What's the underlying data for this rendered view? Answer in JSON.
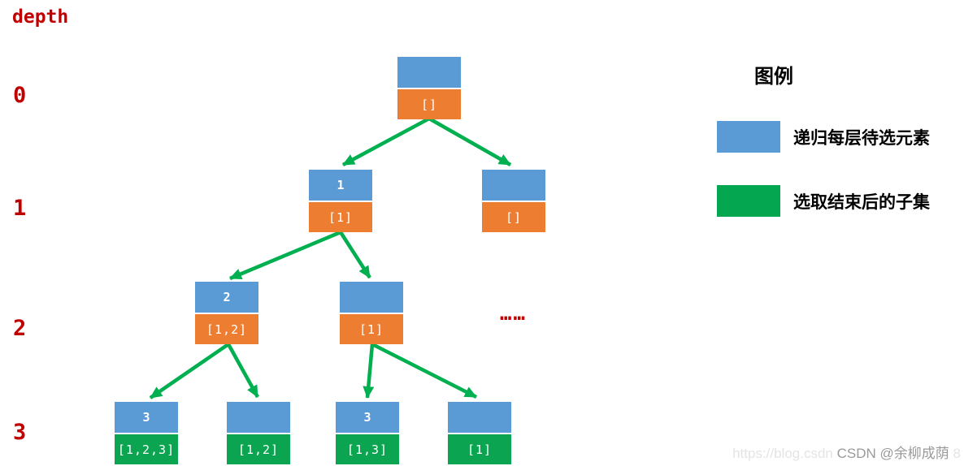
{
  "depth_axis": {
    "title": "depth",
    "levels": [
      "0",
      "1",
      "2",
      "3"
    ],
    "color": "#c00000"
  },
  "tree": {
    "nodes": [
      {
        "id": "root",
        "depth": 0,
        "top_label": "",
        "bottom_label": "[]",
        "bottom_type": "pending"
      },
      {
        "id": "d1-left",
        "depth": 1,
        "top_label": "1",
        "bottom_label": "[1]",
        "bottom_type": "pending"
      },
      {
        "id": "d1-right",
        "depth": 1,
        "top_label": "",
        "bottom_label": "[]",
        "bottom_type": "pending"
      },
      {
        "id": "d2-left",
        "depth": 2,
        "top_label": "2",
        "bottom_label": "[1,2]",
        "bottom_type": "pending"
      },
      {
        "id": "d2-right",
        "depth": 2,
        "top_label": "",
        "bottom_label": "[1]",
        "bottom_type": "pending"
      },
      {
        "id": "d3-a",
        "depth": 3,
        "top_label": "3",
        "bottom_label": "[1,2,3]",
        "bottom_type": "final"
      },
      {
        "id": "d3-b",
        "depth": 3,
        "top_label": "",
        "bottom_label": "[1,2]",
        "bottom_type": "final"
      },
      {
        "id": "d3-c",
        "depth": 3,
        "top_label": "3",
        "bottom_label": "[1,3]",
        "bottom_type": "final"
      },
      {
        "id": "d3-d",
        "depth": 3,
        "top_label": "",
        "bottom_label": "[1]",
        "bottom_type": "final"
      }
    ],
    "ellipsis": "……"
  },
  "legend": {
    "title": "图例",
    "items": [
      {
        "swatch_color": "#5b9bd5",
        "label": "递归每层待选元素"
      },
      {
        "swatch_color": "#04a64f",
        "label": "选取结束后的子集"
      }
    ]
  },
  "colors": {
    "candidate_blue": "#5b9bd5",
    "pending_orange": "#ed7d31",
    "subset_green": "#0ba551",
    "arrow_green": "#00b050",
    "depth_red": "#c00000"
  },
  "watermark": {
    "url_text": "https://blog.csdn",
    "handle_text": "CSDN @余柳成荫",
    "trailing_text": "8"
  }
}
